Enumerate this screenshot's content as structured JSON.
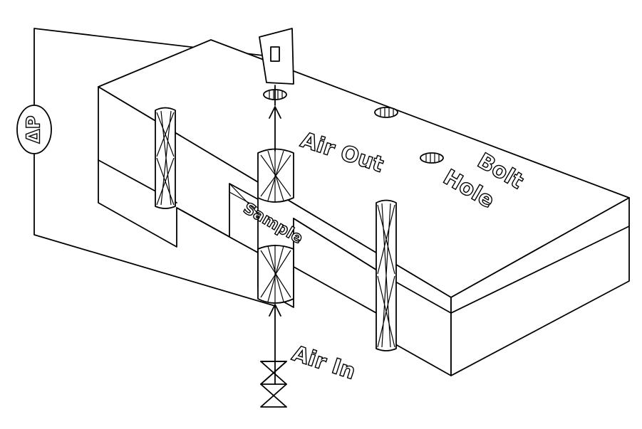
{
  "labels": {
    "delta_p": "ΔP",
    "air_out": "Air Out",
    "air_in": "Air In",
    "bolt": "Bolt",
    "hole": "Hole",
    "sample": "Sample"
  }
}
